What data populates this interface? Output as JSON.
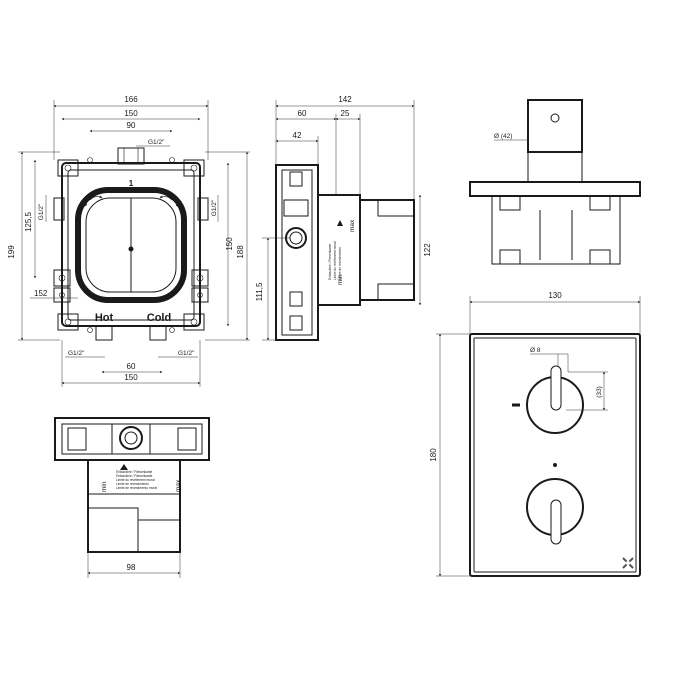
{
  "front_view": {
    "dims": {
      "w166": "166",
      "w150": "150",
      "w90": "90",
      "g_top": "G1/2\"",
      "h199": "199",
      "h125": "125,5",
      "g_left": "G1/2\"",
      "g_right": "G1/2\"",
      "h150": "150",
      "h188": "188",
      "w152": "152",
      "g_bl": "G1/2\"",
      "g_br": "G1/2\"",
      "w60": "60",
      "w150b": "150"
    },
    "port_labels": {
      "p1": "1",
      "p2": "2",
      "p3": "3"
    },
    "hot_label": "Hot",
    "cold_label": "Cold"
  },
  "side_view": {
    "dims": {
      "w142": "142",
      "w60": "60",
      "w25": "25",
      "w42": "42",
      "h122": "122",
      "h111": "111,5"
    },
    "min_label": "min",
    "max_label": "max"
  },
  "top_view": {
    "dims": {
      "w98": "98"
    },
    "min_label": "min",
    "max_label": "max"
  },
  "plate_side": {
    "dims": {
      "dia42": "Ø (42)"
    }
  },
  "plate_front": {
    "dims": {
      "w130": "130",
      "h180": "180",
      "dia8": "Ø 8",
      "d33": "(33)"
    }
  },
  "label_lines": [
    "Einbaulinie / Fliesenkante",
    "Einbaulinie / Fliesenkante",
    "Limite du revêtement mural",
    "Limite de revestimiento",
    "Limite de revestimento mural"
  ]
}
